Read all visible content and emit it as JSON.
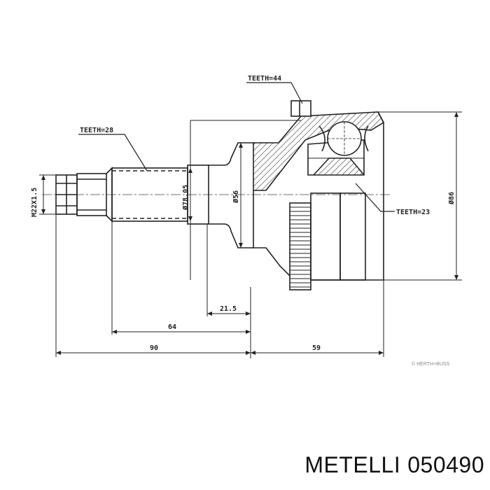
{
  "labels": {
    "teeth_top": "TEETH=44",
    "teeth_left": "TEETH=28",
    "teeth_right": "TEETH=23",
    "thread": "M22X1.5",
    "dia_shaft": "Ø78.05",
    "dia_neck": "Ø56",
    "dia_outer": "Ø86",
    "dim_21_5": "21.5",
    "dim_64": "64",
    "dim_90": "90",
    "dim_59": "59",
    "watermark": "© HERTH+BUSS"
  },
  "footer": {
    "brand": "METELLI",
    "part_number": "050490"
  }
}
